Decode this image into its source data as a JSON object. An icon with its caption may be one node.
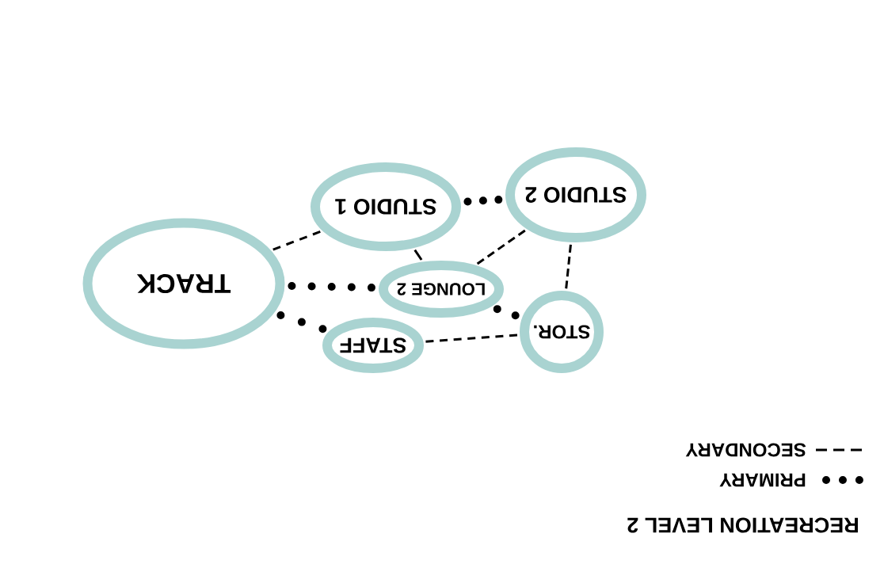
{
  "diagram": {
    "title": "RECREATION LEVEL 2",
    "nodes": [
      {
        "text": [
          "TRACK"
        ]
      },
      {
        "text": [
          "STUDIO 1"
        ]
      },
      {
        "text": [
          "STUDIO 2"
        ]
      },
      {
        "text": [
          "LOUNGE 2"
        ]
      },
      {
        "text": [
          "STAFF"
        ]
      },
      {
        "text": [
          "STOR."
        ]
      }
    ],
    "edges": [
      {
        "from": 0,
        "to": 1,
        "arrow": "none",
        "style": "dashed"
      },
      {
        "from": 0,
        "to": 3,
        "arrow": "none"
      },
      {
        "from": 0,
        "to": 4,
        "arrow": "none"
      },
      {
        "from": 1,
        "to": 2,
        "arrow": "none"
      },
      {
        "from": 1,
        "to": 3,
        "arrow": "none",
        "style": "dashed"
      },
      {
        "from": 2,
        "to": 3,
        "arrow": "none",
        "style": "dashed"
      },
      {
        "from": 2,
        "to": 5,
        "arrow": "none",
        "style": "dashed"
      },
      {
        "from": 3,
        "to": 5,
        "arrow": "none"
      },
      {
        "from": 4,
        "to": 5,
        "arrow": "none",
        "style": "dashed"
      }
    ],
    "legend": [
      {
        "text": "PRIMARY"
      },
      {
        "text": "SECONDARY"
      }
    ]
  }
}
